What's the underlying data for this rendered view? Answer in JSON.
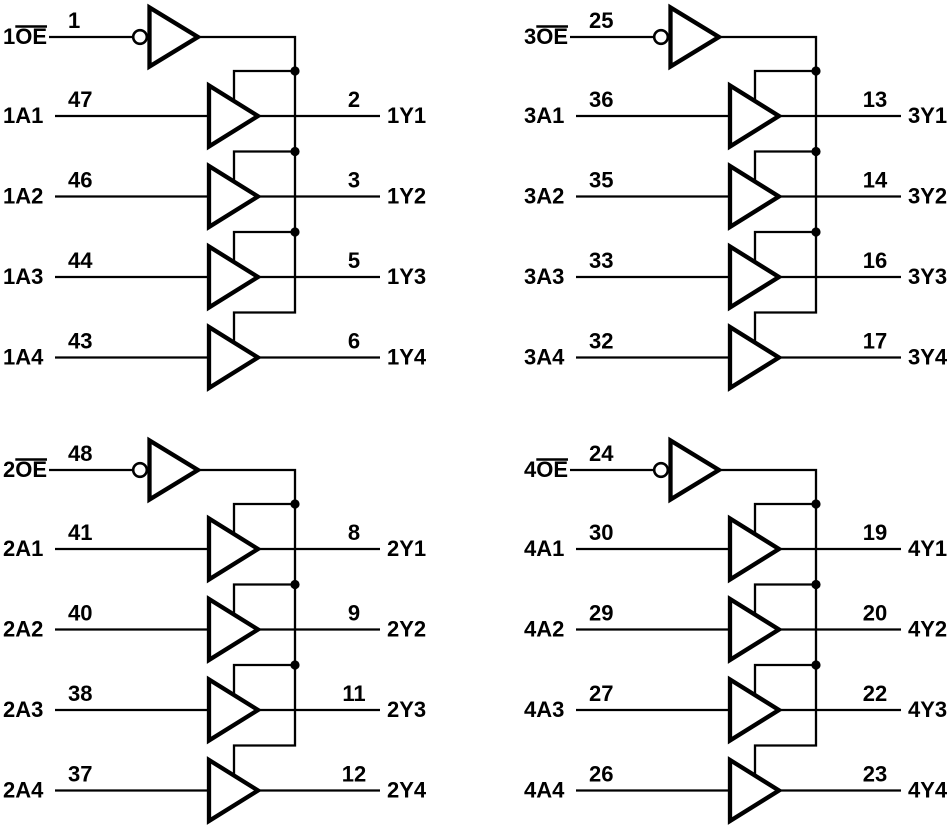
{
  "diagram": {
    "type": "logic-diagram",
    "background": "#ffffff",
    "line_color": "#000000",
    "groups": [
      {
        "id": "1",
        "oe": {
          "prefix": "1",
          "base": "OE",
          "overline": true,
          "pin": "1"
        },
        "buffers": [
          {
            "input": "1A1",
            "input_pin": "47",
            "output": "1Y1",
            "output_pin": "2"
          },
          {
            "input": "1A2",
            "input_pin": "46",
            "output": "1Y2",
            "output_pin": "3"
          },
          {
            "input": "1A3",
            "input_pin": "44",
            "output": "1Y3",
            "output_pin": "5"
          },
          {
            "input": "1A4",
            "input_pin": "43",
            "output": "1Y4",
            "output_pin": "6"
          }
        ]
      },
      {
        "id": "3",
        "oe": {
          "prefix": "3",
          "base": "OE",
          "overline": true,
          "pin": "25"
        },
        "buffers": [
          {
            "input": "3A1",
            "input_pin": "36",
            "output": "3Y1",
            "output_pin": "13"
          },
          {
            "input": "3A2",
            "input_pin": "35",
            "output": "3Y2",
            "output_pin": "14"
          },
          {
            "input": "3A3",
            "input_pin": "33",
            "output": "3Y3",
            "output_pin": "16"
          },
          {
            "input": "3A4",
            "input_pin": "32",
            "output": "3Y4",
            "output_pin": "17"
          }
        ]
      },
      {
        "id": "2",
        "oe": {
          "prefix": "2",
          "base": "OE",
          "overline": true,
          "pin": "48"
        },
        "buffers": [
          {
            "input": "2A1",
            "input_pin": "41",
            "output": "2Y1",
            "output_pin": "8"
          },
          {
            "input": "2A2",
            "input_pin": "40",
            "output": "2Y2",
            "output_pin": "9"
          },
          {
            "input": "2A3",
            "input_pin": "38",
            "output": "2Y3",
            "output_pin": "11"
          },
          {
            "input": "2A4",
            "input_pin": "37",
            "output": "2Y4",
            "output_pin": "12"
          }
        ]
      },
      {
        "id": "4",
        "oe": {
          "prefix": "4",
          "base": "OE",
          "overline": true,
          "pin": "24"
        },
        "buffers": [
          {
            "input": "4A1",
            "input_pin": "30",
            "output": "4Y1",
            "output_pin": "19"
          },
          {
            "input": "4A2",
            "input_pin": "29",
            "output": "4Y2",
            "output_pin": "20"
          },
          {
            "input": "4A3",
            "input_pin": "27",
            "output": "4Y3",
            "output_pin": "22"
          },
          {
            "input": "4A4",
            "input_pin": "26",
            "output": "4Y4",
            "output_pin": "23"
          }
        ]
      }
    ]
  }
}
